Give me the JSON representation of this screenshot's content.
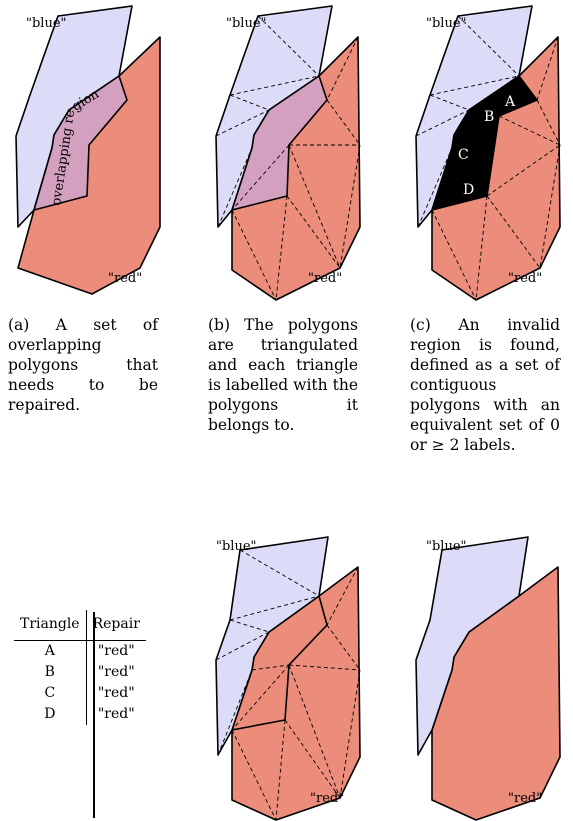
{
  "labels": {
    "blue": "\"blue\"",
    "red": "\"red\"",
    "overlap": "overlapping region"
  },
  "triangle_labels": [
    "A",
    "B",
    "C",
    "D"
  ],
  "captions": {
    "a": "(a) A set of overlapping polygons that needs to be repaired.",
    "b": "(b) The polygons are triangulated and each triangle is labelled with the polygons it belongs to.",
    "c": "(c) An invalid region is found, defined as a set of contiguous polygons with an equivalent set of 0 or ≥ 2 labels."
  },
  "table": {
    "headers": [
      "Triangle",
      "Repair"
    ],
    "rows": [
      [
        "A",
        "\"red\""
      ],
      [
        "B",
        "\"red\""
      ],
      [
        "C",
        "\"red\""
      ],
      [
        "D",
        "\"red\""
      ]
    ]
  },
  "colors": {
    "blue_fill": "#dcdcf8",
    "red_fill": "#ec8c7a",
    "overlap_fill": "#d4a0bf",
    "invalid_fill": "#000000"
  }
}
